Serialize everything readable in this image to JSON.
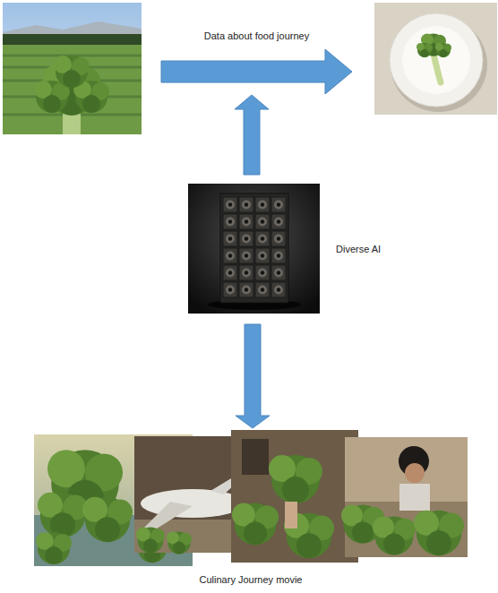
{
  "diagram": {
    "nodes": [
      {
        "text": [
          "Diverse AI"
        ]
      },
      {
        "text": [
          "Culinary Journey movie"
        ]
      }
    ],
    "edges": [
      {
        "from": 0,
        "to": 1,
        "arrow": "to"
      }
    ],
    "labels": [
      "Data about food journey"
    ]
  }
}
